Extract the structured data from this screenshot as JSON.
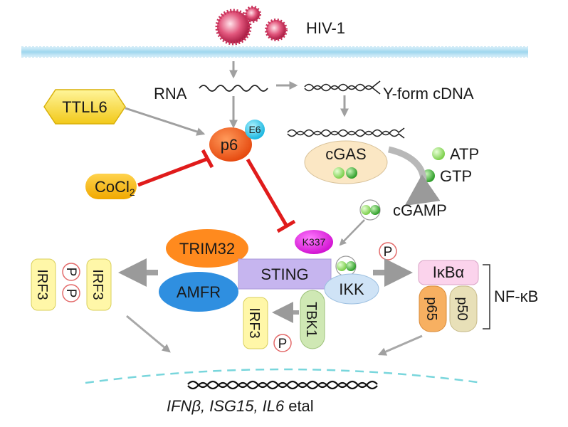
{
  "virus": {
    "label": "HIV-1"
  },
  "nucleic": {
    "rna": "RNA",
    "cdna": "Y-form cDNA"
  },
  "proteins": {
    "ttll6": "TTLL6",
    "p6": "p6",
    "e6": "E6",
    "cocl2_base": "CoCl",
    "cocl2_sub": "2",
    "cgas": "cGAS",
    "atp": "ATP",
    "gtp": "GTP",
    "cgamp": "cGAMP",
    "k337": "K337",
    "trim32": "TRIM32",
    "amfr": "AMFR",
    "sting": "STING",
    "ikk": "IKK",
    "tbk1": "TBK1",
    "irf3": "IRF3",
    "phospho": "P",
    "ikba": "IκBα",
    "p65": "p65",
    "p50": "p50",
    "nfkb": "NF-κB"
  },
  "output": {
    "gene1": "IFNβ,",
    "gene2": "ISG15,",
    "gene3": "IL6",
    "suffix": "etal"
  },
  "colors": {
    "membrane": "#aee0f2",
    "virus": "#c8325a",
    "yellow": "#fff7a8",
    "orange": "#ff8a1e",
    "blue": "#2f8fe0",
    "lavender": "#c6b5ef",
    "green": "#47b43f",
    "inhibit": "#e01b1b",
    "gray_arrow": "#a8a8a8",
    "dash": "#79d6dc"
  }
}
